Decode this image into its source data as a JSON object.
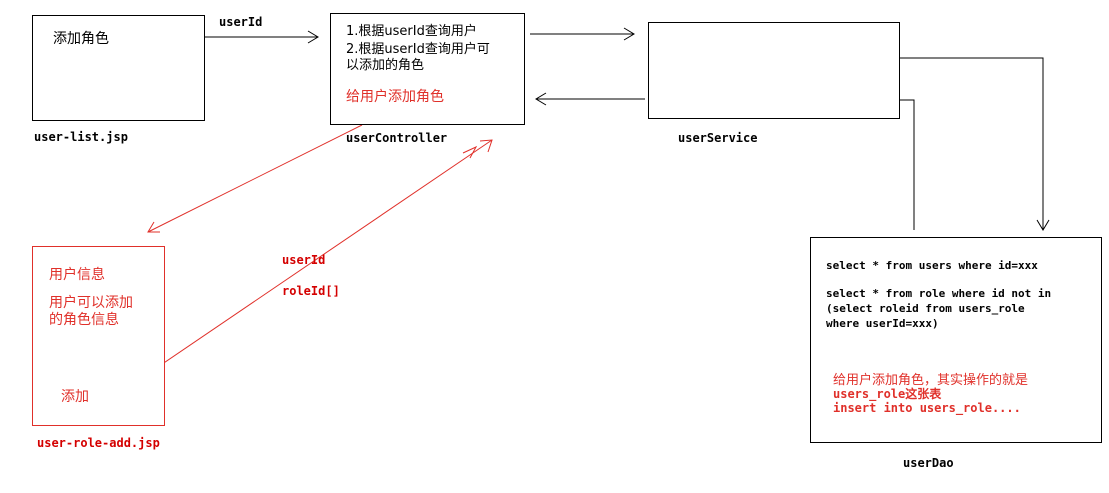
{
  "boxes": {
    "user_list": {
      "text": "添加角色",
      "caption": "user-list.jsp"
    },
    "user_controller": {
      "line1": "1.根据userId查询用户",
      "line2": "2.根据userId查询用户可",
      "line3": "以添加的角色",
      "red_note": "给用户添加角色",
      "caption": "userController"
    },
    "user_service": {
      "caption": "userService"
    },
    "user_role_add": {
      "line1": "用户信息",
      "line2": "用户可以添加",
      "line3": "的角色信息",
      "button": "添加",
      "caption": "user-role-add.jsp"
    },
    "user_dao": {
      "sql1": "select * from users where id=xxx",
      "sql2a": "select * from role where id not in",
      "sql2b": "(select roleid from users_role",
      "sql2c": "where userId=xxx)",
      "note1": "给用户添加角色，其实操作的就是",
      "note2": "users_role这张表",
      "note3": "insert into users_role....",
      "caption": "userDao"
    }
  },
  "edges": {
    "list_to_controller": "userId",
    "add_to_controller_1": "userId",
    "add_to_controller_2": "roleId[]"
  },
  "colors": {
    "line": "#000000",
    "accent": "#e0302a"
  }
}
